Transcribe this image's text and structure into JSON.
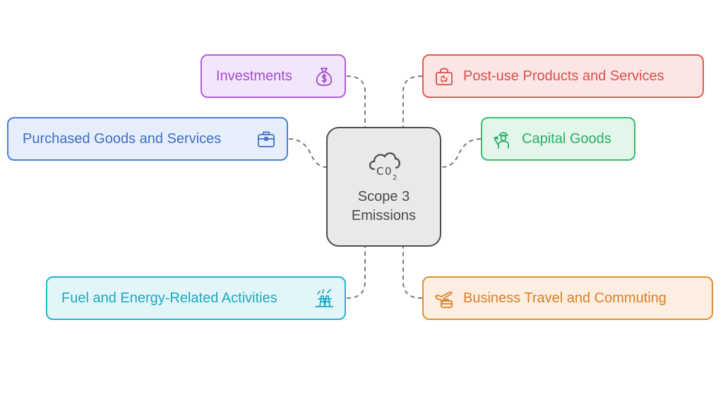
{
  "center": {
    "line1": "Scope 3",
    "line2": "Emissions",
    "icon": "cloud-co2-icon",
    "icon_text": "CO2"
  },
  "nodes": [
    {
      "id": "investments",
      "label": "Investments",
      "icon": "money-bag-icon",
      "color": "#b35ed8"
    },
    {
      "id": "purchased",
      "label": "Purchased Goods and Services",
      "icon": "briefcase-icon",
      "color": "#4b7fd6"
    },
    {
      "id": "fuel",
      "label": "Fuel and Energy-Related Activities",
      "icon": "power-tower-icon",
      "color": "#27b3cc"
    },
    {
      "id": "postuse",
      "label": "Post-use Products and Services",
      "icon": "recycle-bag-icon",
      "color": "#e05b57"
    },
    {
      "id": "capital",
      "label": "Capital Goods",
      "icon": "worker-icon",
      "color": "#37bd73"
    },
    {
      "id": "travel",
      "label": "Business Travel and Commuting",
      "icon": "plane-suitcase-icon",
      "color": "#e38c32"
    }
  ],
  "connector_color": "#7a7a7a"
}
